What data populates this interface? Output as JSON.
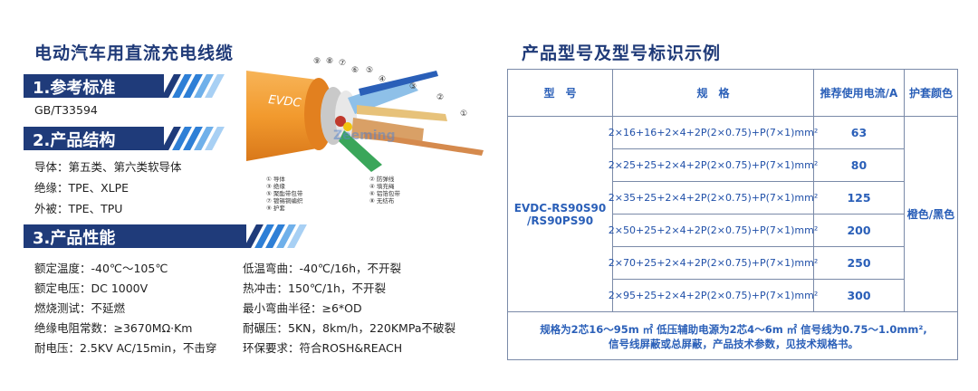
{
  "left": {
    "title": "电动汽车用直流充电线缆",
    "sections": {
      "standard": {
        "label": "1.参考标准",
        "lines": [
          "GB/T33594"
        ]
      },
      "structure": {
        "label": "2.产品结构",
        "lines": [
          "导体：第五类、第六类软导体",
          "绝缘：TPE、XLPE",
          "外被：TPE、TPU"
        ]
      },
      "performance": {
        "label": "3.产品性能",
        "left_lines": [
          "额定温度：-40℃～105℃",
          "额定电压：DC 1000V",
          "燃烧测试：不延燃",
          "绝缘电阻常数：≥3670MΩ·Km",
          "耐电压：2.5KV AC/15min，不击穿"
        ],
        "right_lines": [
          "低温弯曲：-40℃/16h，不开裂",
          "热冲击：150℃/1h，不开裂",
          "最小弯曲半径：≥6*OD",
          "耐碾压：5KN，8km/h，220KMPa不破裂",
          "环保要求：符合ROSH&REACH"
        ]
      }
    },
    "cable": {
      "jacket_text": "EVDC",
      "watermark": "Zeeming",
      "numbers": [
        "⑨",
        "⑧",
        "⑦",
        "⑥",
        "⑤",
        "④",
        "③",
        "②",
        "①"
      ],
      "legend_left": [
        "① 导体",
        "③ 绝缘",
        "⑤ 聚酯带包带",
        "⑦ 镀锡铜编织",
        "⑨ 护套"
      ],
      "legend_right": [
        "② 防弹线",
        "④ 填充绳",
        "⑥ 铝箔包带",
        "⑧ 无纺布"
      ]
    }
  },
  "right": {
    "title": "产品型号及型号标识示例",
    "headers": {
      "model": "型　号",
      "spec": "规　格",
      "current": "推荐使用电流/A",
      "color": "护套颜色"
    },
    "model_lines": [
      "EVDC-RS90S90",
      "/RS90PS90"
    ],
    "sheath_color": "橙色/黑色",
    "rows": [
      {
        "spec": "2×16+16+2×4+2P(2×0.75)+P(7×1)mm²",
        "current": "63"
      },
      {
        "spec": "2×25+25+2×4+2P(2×0.75)+P(7×1)mm²",
        "current": "80"
      },
      {
        "spec": "2×35+25+2×4+2P(2×0.75)+P(7×1)mm²",
        "current": "125"
      },
      {
        "spec": "2×50+25+2×4+2P(2×0.75)+P(7×1)mm²",
        "current": "200"
      },
      {
        "spec": "2×70+25+2×4+2P(2×0.75)+P(7×1)mm²",
        "current": "250"
      },
      {
        "spec": "2×95+25+2×4+2P(2×0.75)+P(7×1)mm²",
        "current": "300"
      }
    ],
    "footnote": [
      "规格为2芯16～95m ㎡ 低压辅助电源为2芯4～6m ㎡ 信号线为0.75～1.0mm²,",
      "信号线屏蔽或总屏蔽，产品技术参数，见技术规格书。"
    ]
  },
  "colors": {
    "navy": "#1f3b7a",
    "accent_blue": "#2a5fb8",
    "stripe_blue": "#2e7fd6",
    "cable_orange": "#f29a2e"
  }
}
